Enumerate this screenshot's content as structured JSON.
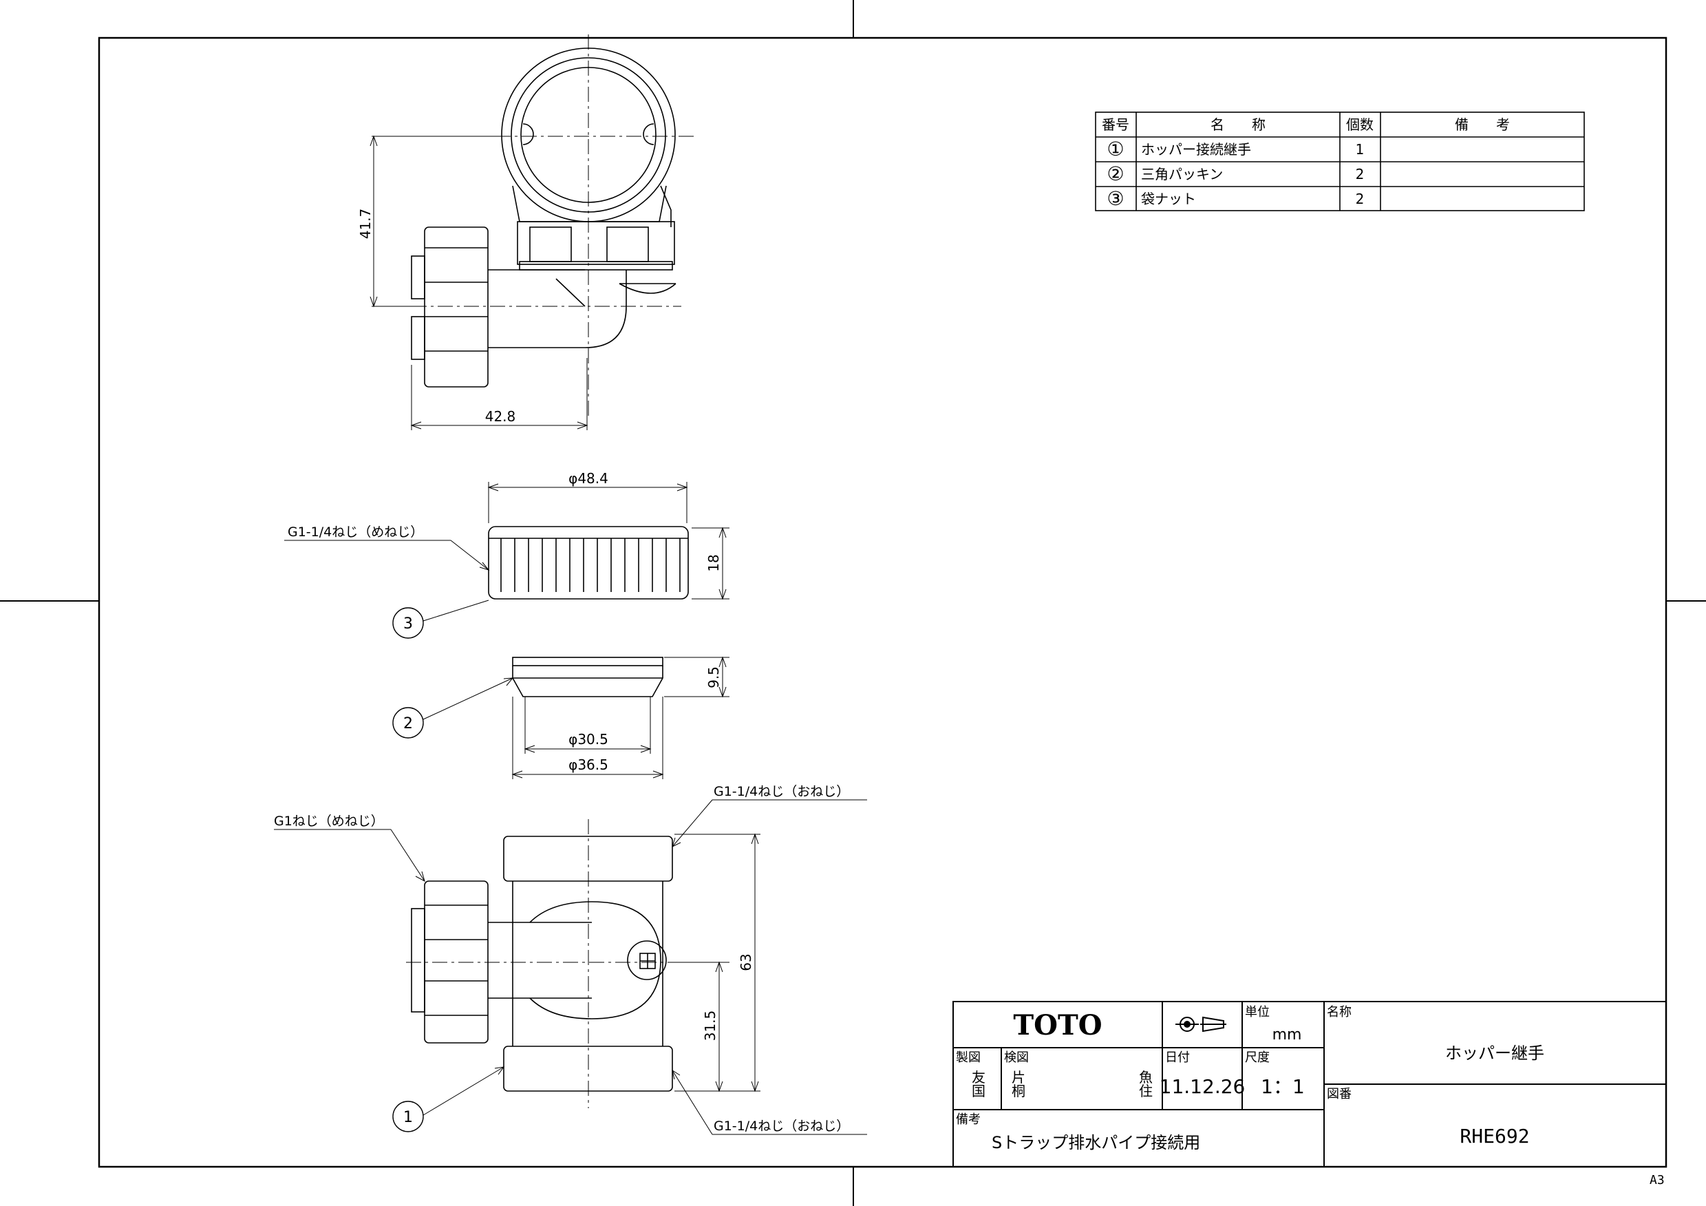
{
  "parts_table": {
    "headers": [
      "番号",
      "名　　称",
      "個数",
      "備　　考"
    ],
    "rows": [
      {
        "no": "①",
        "name": "ホッパー接続継手",
        "qty": "1",
        "note": ""
      },
      {
        "no": "②",
        "name": "三角パッキン",
        "qty": "2",
        "note": ""
      },
      {
        "no": "③",
        "name": "袋ナット",
        "qty": "2",
        "note": ""
      }
    ]
  },
  "dimensions": {
    "d1": "41.7",
    "d2": "42.8",
    "d3": "φ48.4",
    "d4": "18",
    "d5": "9.5",
    "d6": "φ30.5",
    "d7": "φ36.5",
    "d8": "63",
    "d9": "31.5"
  },
  "callouts": {
    "thread_nut": "G1-1/4ねじ（めねじ）",
    "thread_top_right": "G1-1/4ねじ（おねじ）",
    "thread_left": "G1ねじ（めねじ）",
    "thread_bottom_right": "G1-1/4ねじ（おねじ）",
    "balloon_3": "3",
    "balloon_2": "2",
    "balloon_1": "1"
  },
  "title_block": {
    "brand": "TOTO",
    "unit_label": "単位",
    "unit_value": "mm",
    "name_label": "名称",
    "name_value": "ホッパー継手",
    "drawn_label": "製図",
    "drawn_name_1": "友",
    "drawn_name_2": "国",
    "checked_label": "検図",
    "checked_name_1": "片",
    "checked_name_2": "桐",
    "checked_name_3": "魚",
    "checked_name_4": "住",
    "date_label": "日付",
    "date_value": "11.12.26",
    "scale_label": "尺度",
    "scale_value": "1：1",
    "drawing_no_label": "図番",
    "drawing_no_value": "RHE692",
    "remarks_label": "備考",
    "remarks_value": "Sトラップ排水パイプ接続用"
  },
  "sheet_size": "A3"
}
